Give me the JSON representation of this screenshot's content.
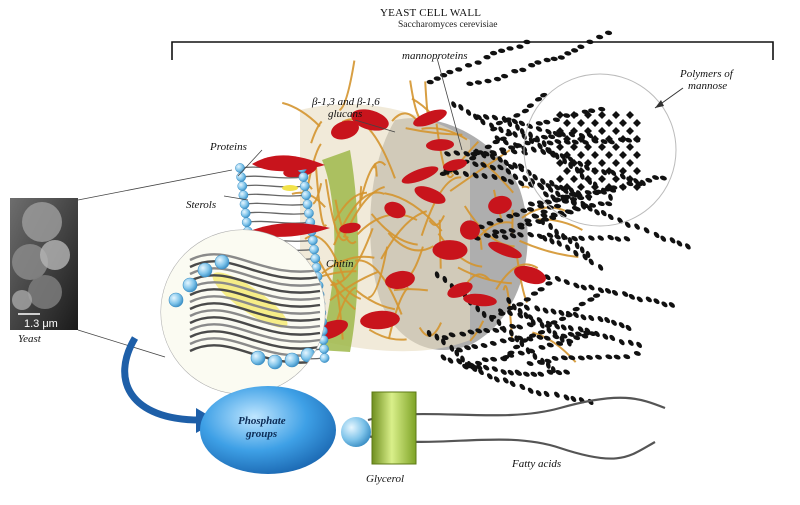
{
  "title": "YEAST CELL WALL",
  "subtitle": "Saccharomyces cerevisiae",
  "labels": {
    "mannoproteins": "mannoproteins",
    "polymers_line1": "Polymers of",
    "polymers_line2": "mannose",
    "glucans_line1": "β-1,3 and β-1,6",
    "glucans_line2": "glucans",
    "proteins": "Proteins",
    "sterols": "Sterols",
    "chitin": "Chitin",
    "scale": "1.3 μm",
    "yeast": "Yeast",
    "phosphate_line1": "Phosphate",
    "phosphate_line2": "groups",
    "glycerol": "Glycerol",
    "fatty_acids": "Fatty acids"
  },
  "colors": {
    "glucan_fiber": "#d4952f",
    "mannoprotein_red": "#c8141c",
    "chitin_green": "#9fb84a",
    "mannose_black": "#111111",
    "lipid_head": "#7fc4ea",
    "phosphate_blue": "#2a8fd6",
    "glycerol_green": "#b8d84a",
    "arrow_blue": "#1e5fa8"
  }
}
